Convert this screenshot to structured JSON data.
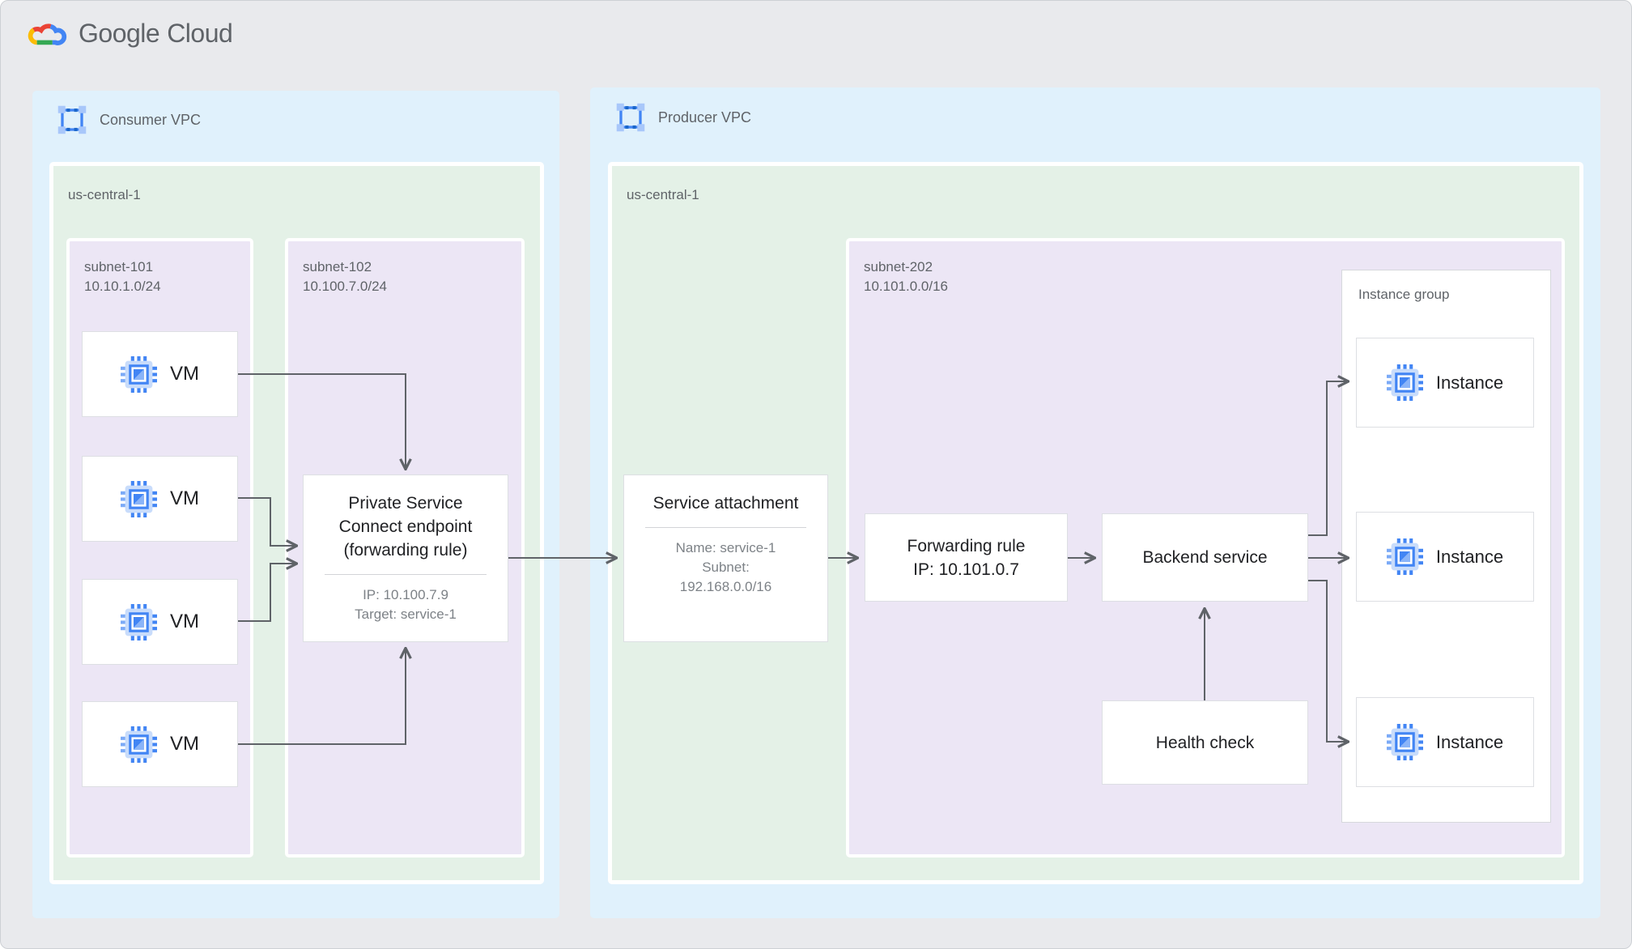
{
  "brand": {
    "google": "Google",
    "cloud": "Cloud"
  },
  "consumer_vpc": {
    "label": "Consumer VPC",
    "region_label": "us-central-1",
    "subnet_101": {
      "name": "subnet-101",
      "cidr": "10.10.1.0/24"
    },
    "subnet_102": {
      "name": "subnet-102",
      "cidr": "10.100.7.0/24"
    },
    "vms": [
      {
        "label": "VM"
      },
      {
        "label": "VM"
      },
      {
        "label": "VM"
      },
      {
        "label": "VM"
      }
    ],
    "psc_endpoint": {
      "title": "Private Service Connect endpoint (forwarding rule)",
      "ip": "IP: 10.100.7.9",
      "target": "Target: service-1"
    }
  },
  "producer_vpc": {
    "label": "Producer VPC",
    "region_label": "us-central-1",
    "subnet_202": {
      "name": "subnet-202",
      "cidr": "10.101.0.0/16"
    },
    "service_attachment": {
      "title": "Service attachment",
      "name": "Name: service-1",
      "subnet_label": "Subnet:",
      "subnet_cidr": "192.168.0.0/16"
    },
    "forwarding_rule": {
      "title": "Forwarding rule",
      "ip": "IP: 10.101.0.7"
    },
    "backend_service": {
      "title": "Backend service"
    },
    "health_check": {
      "title": "Health check"
    },
    "instance_group": {
      "label": "Instance group",
      "instances": [
        {
          "label": "Instance"
        },
        {
          "label": "Instance"
        },
        {
          "label": "Instance"
        }
      ]
    }
  },
  "colors": {
    "canvas_bg": "#E9EAED",
    "vpc_fill": "#E0F1FC",
    "region_fill": "#E4F1E7",
    "subnet_fill": "#ECE6F5",
    "arrow": "#5F6368",
    "google_blue": "#4285F4",
    "google_red": "#EA4335",
    "google_yellow": "#FBBC05",
    "google_green": "#34A853"
  }
}
